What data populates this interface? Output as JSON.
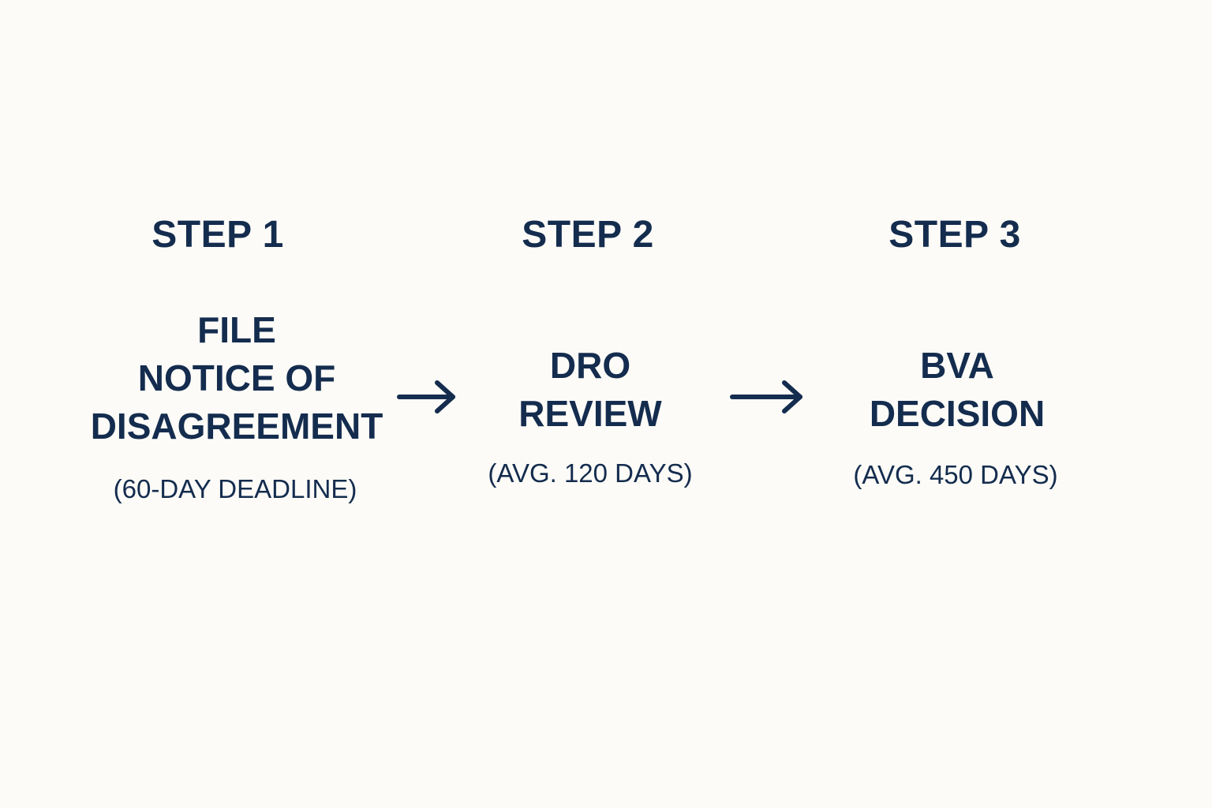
{
  "steps": [
    {
      "heading": "STEP 1",
      "title_lines": [
        "FILE",
        "NOTICE OF",
        "DISAGREEMENT"
      ],
      "note": "(60-DAY DEADLINE)"
    },
    {
      "heading": "STEP 2",
      "title_lines": [
        "DRO",
        "REVIEW"
      ],
      "note": "(AVG. 120 DAYS)"
    },
    {
      "heading": "STEP 3",
      "title_lines": [
        "BVA",
        "DECISION"
      ],
      "note": "(AVG. 450 DAYS)"
    }
  ],
  "colors": {
    "background": "#fcfbf7",
    "text": "#142c4e",
    "arrow": "#142c4e"
  },
  "icons": {
    "connector": "arrow-right-icon"
  }
}
